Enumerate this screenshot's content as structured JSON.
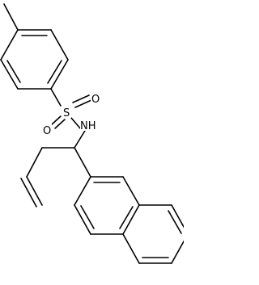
{
  "molecule": {
    "atom_labels": {
      "sulfur": "S",
      "oxygen_right": "O",
      "oxygen_bottom": "O",
      "nitrogen": "NH"
    }
  }
}
